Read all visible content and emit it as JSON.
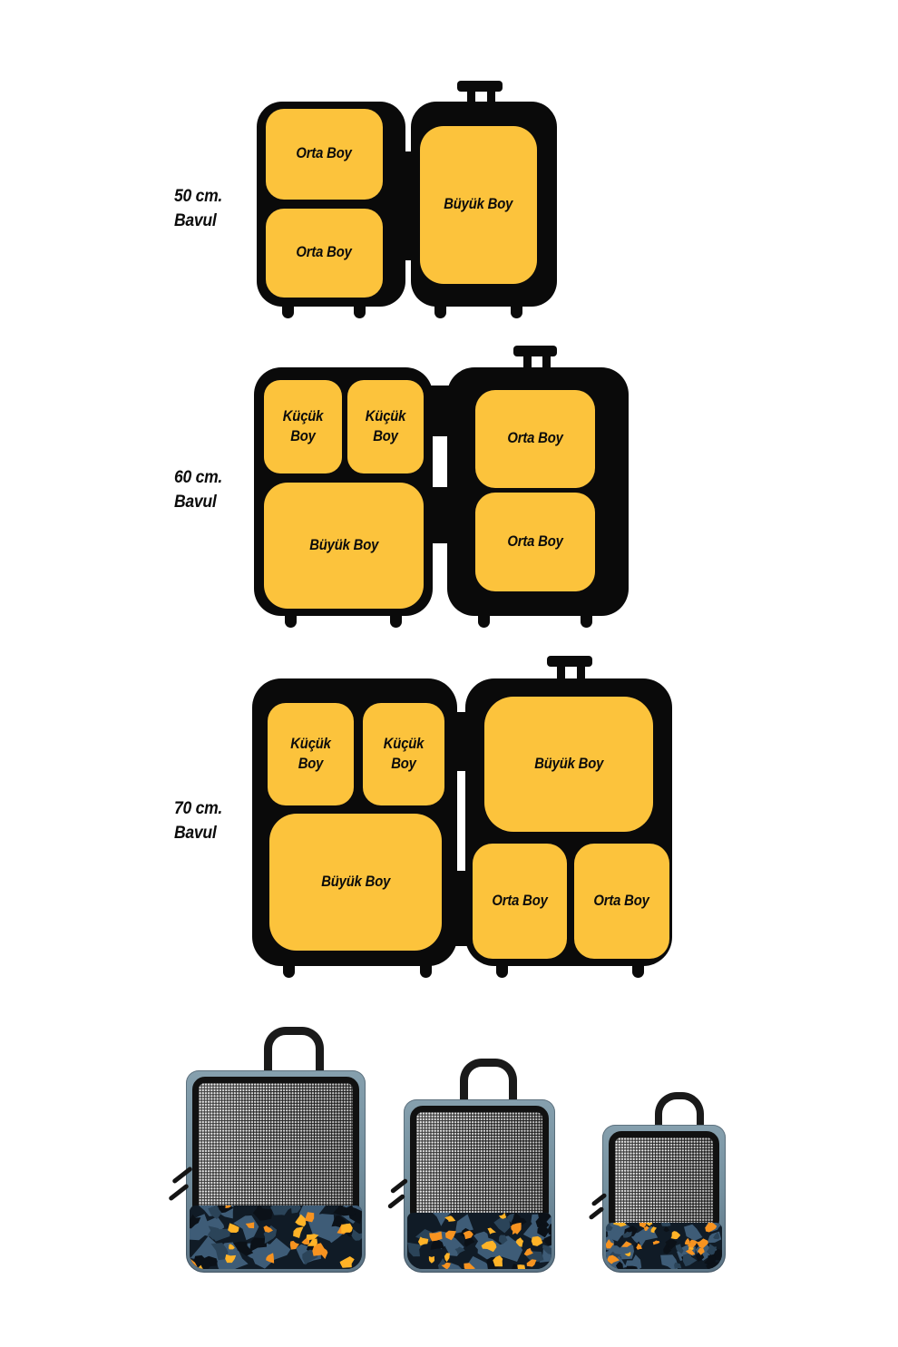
{
  "colors": {
    "suitcase": "#0A0A0A",
    "cube_fill": "#FCC33C",
    "text": "#0B0B0B",
    "bag_trim_light": "#86A0AE",
    "bag_trim": "#74909F",
    "bag_trim_dark": "#5C7485",
    "mesh_base": "#262626",
    "mesh_dot": "#E6E6E6",
    "camo_bg": "#101B26",
    "camo_steel": "#3E5C77",
    "camo_steel_dark": "#2B4459",
    "camo_orange": "#F79320",
    "camo_amber": "#FFB327",
    "camo_black": "#0B1118"
  },
  "sections": [
    {
      "label_line1": "50 cm.",
      "label_line2": "Bavul",
      "left_cubes": [
        {
          "label": "Orta Boy"
        },
        {
          "label": "Orta Boy"
        }
      ],
      "right_cubes": [
        {
          "label": "Büyük Boy"
        }
      ]
    },
    {
      "label_line1": "60 cm.",
      "label_line2": "Bavul",
      "left_cubes": [
        {
          "label": "Küçük Boy"
        },
        {
          "label": "Küçük Boy"
        },
        {
          "label": "Büyük Boy"
        }
      ],
      "right_cubes": [
        {
          "label": "Orta Boy"
        },
        {
          "label": "Orta Boy"
        }
      ]
    },
    {
      "label_line1": "70 cm.",
      "label_line2": "Bavul",
      "left_cubes": [
        {
          "label": "Küçük Boy"
        },
        {
          "label": "Küçük Boy"
        },
        {
          "label": "Büyük Boy"
        }
      ],
      "right_cubes": [
        {
          "label": "Büyük Boy"
        },
        {
          "label": "Orta Boy"
        },
        {
          "label": "Orta Boy"
        }
      ]
    }
  ]
}
